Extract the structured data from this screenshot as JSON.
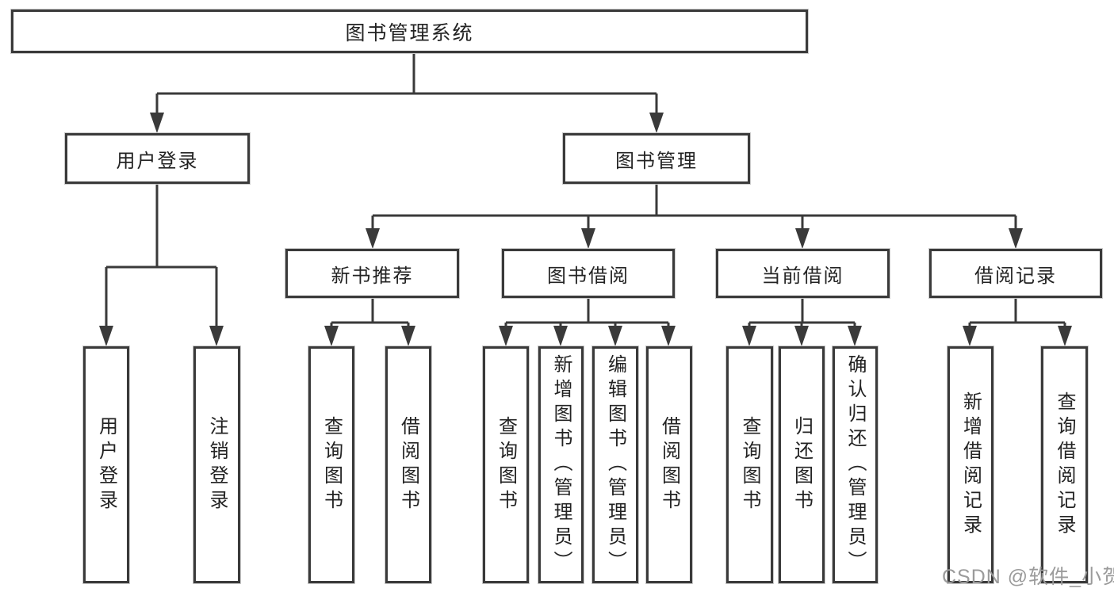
{
  "diagram": {
    "tree": {
      "label": "图书管理系统",
      "children": [
        {
          "label": "用户登录",
          "children": [
            {
              "label": "用户登录"
            },
            {
              "label": "注销登录"
            }
          ]
        },
        {
          "label": "图书管理",
          "children": [
            {
              "label": "新书推荐",
              "children": [
                {
                  "label": "查询图书"
                },
                {
                  "label": "借阅图书"
                }
              ]
            },
            {
              "label": "图书借阅",
              "children": [
                {
                  "label": "查询图书"
                },
                {
                  "label": "新增图书（管理员）"
                },
                {
                  "label": "编辑图书（管理员）"
                },
                {
                  "label": "借阅图书"
                }
              ]
            },
            {
              "label": "当前借阅",
              "children": [
                {
                  "label": "查询图书"
                },
                {
                  "label": "归还图书"
                },
                {
                  "label": "确认归还（管理员）"
                }
              ]
            },
            {
              "label": "借阅记录",
              "children": [
                {
                  "label": "新增借阅记录"
                },
                {
                  "label": "查询借阅记录"
                }
              ]
            }
          ]
        }
      ]
    }
  },
  "watermark": {
    "text": "CSDN @软件_小贺同学"
  },
  "colors": {
    "line": "#3a3a3a",
    "text": "#232323",
    "background": "#ffffff",
    "watermark": "#9b9b9b"
  }
}
